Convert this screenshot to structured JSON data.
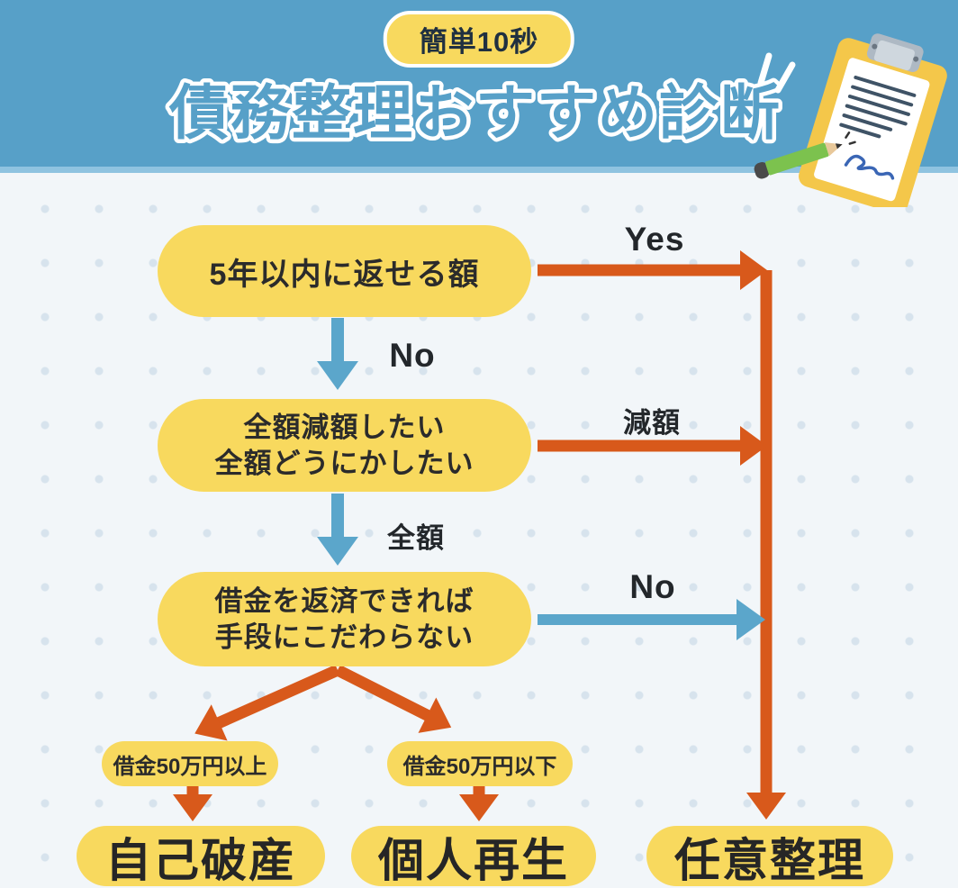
{
  "header": {
    "badge": "簡単10秒",
    "title": "債務整理おすすめ診断"
  },
  "flow": {
    "question1": "5年以内に返せる額",
    "question2_line1": "全額減額したい",
    "question2_line2": "全額どうにかしたい",
    "question3_line1": "借金を返済できれば",
    "question3_line2": "手段にこだわらない",
    "labels": {
      "yes": "Yes",
      "no1": "No",
      "genkaku": "減額",
      "zengaku": "全額",
      "no2": "No"
    },
    "condition_left": "借金50万円以上",
    "condition_right": "借金50万円以下",
    "result_left": "自己破産",
    "result_middle": "個人再生",
    "result_right": "任意整理"
  },
  "colors": {
    "blue": "#57a0c8",
    "blue_light": "#8fc3e0",
    "bg": "#f2f6f9",
    "dot": "#d7e3ed",
    "yellow": "#f8d95e",
    "orange": "#d8591b",
    "arrow_blue": "#5ba6cb",
    "text_dark": "#2b2b2b",
    "label_dark": "#23272b",
    "badge_text": "#203040",
    "board_yellow": "#f4c74a",
    "pencil_green": "#7cc24e",
    "paper_line": "#3f5366",
    "signature_blue": "#3a66b5",
    "clip_gray": "#aeb9c4"
  },
  "icons": {
    "clipboard": "clipboard-with-pencil-icon",
    "sparkle": "emphasis-sparkle-icon"
  }
}
